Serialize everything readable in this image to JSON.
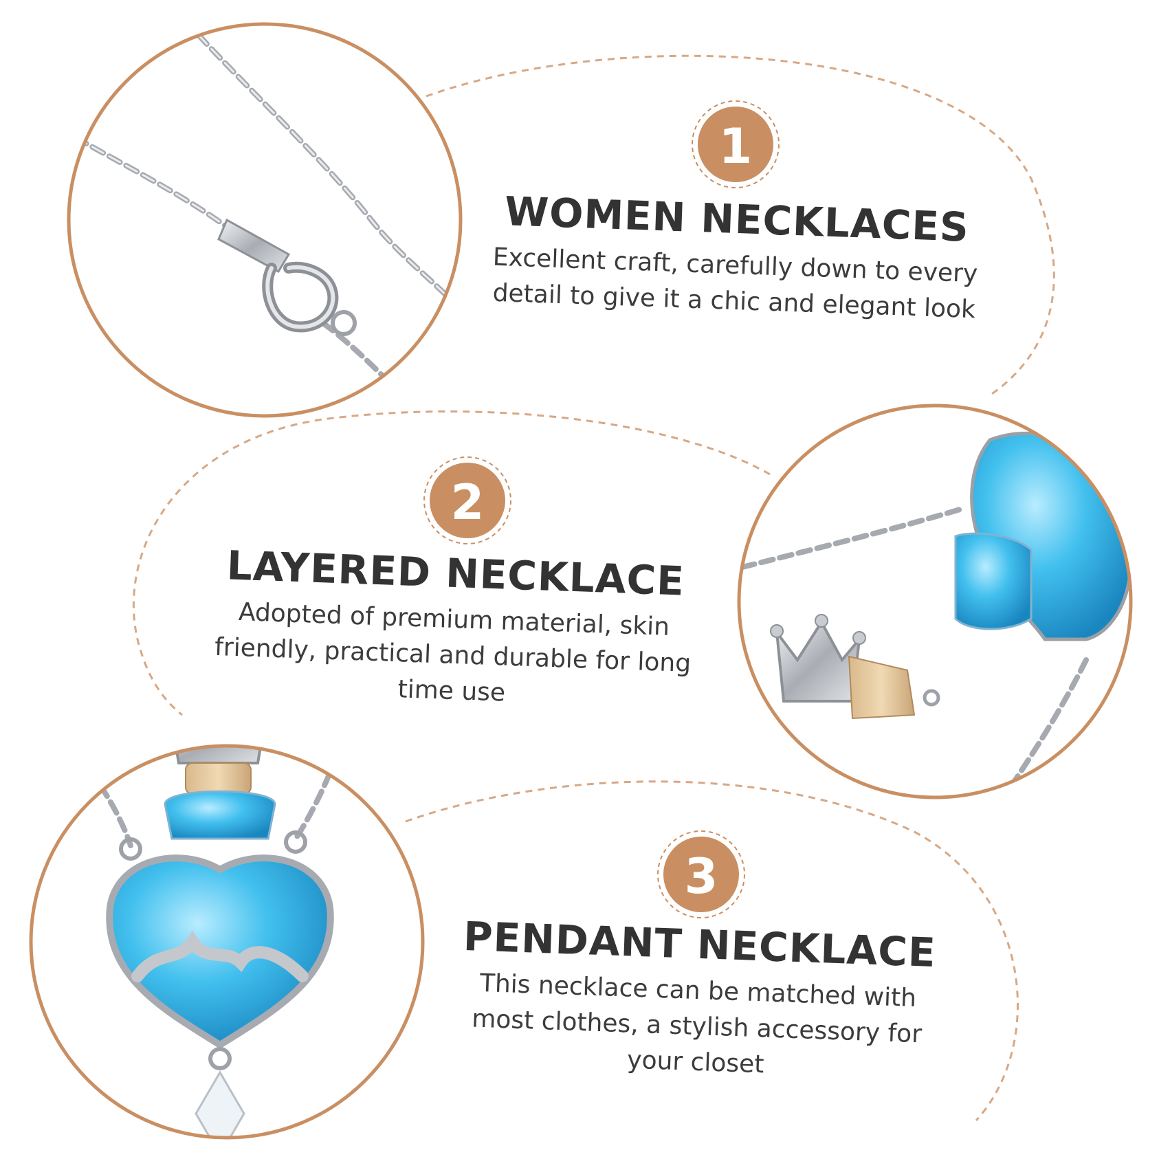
{
  "features": [
    {
      "number": "1",
      "title": "WOMEN NECKLACES",
      "desc_line1": "Excellent craft, carefully down to every",
      "desc_line2": "detail to give it a chic and elegant look",
      "photo": "silver-chain-lobster-clasp"
    },
    {
      "number": "2",
      "title": "LAYERED NECKLACE",
      "desc_line1": "Adopted of premium material, skin",
      "desc_line2": "friendly, practical and durable for long",
      "desc_line3": "time use",
      "photo": "blue-glass-vial-pendant-with-crown-cap"
    },
    {
      "number": "3",
      "title": "PENDANT NECKLACE",
      "desc_line1": "This necklace can be matched with",
      "desc_line2": "most clothes, a stylish accessory for",
      "desc_line3": "your closet",
      "photo": "blue-heart-vial-pendant"
    }
  ],
  "colors": {
    "accent": "#c98f62",
    "badge_fill": "#c98f62",
    "dashed_line": "#d7a885",
    "text": "#333333",
    "glass_blue": "#3fb8e6",
    "silver": "#b9bcc0"
  }
}
